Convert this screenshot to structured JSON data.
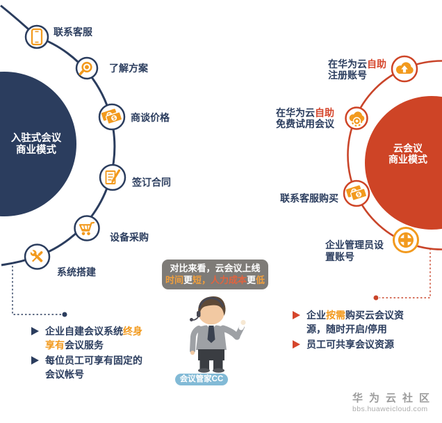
{
  "left_model": {
    "title_line1": "入驻式会议",
    "title_line2": "商业模式",
    "steps": [
      {
        "label": "联系客服",
        "icon": "phone-icon"
      },
      {
        "label": "了解方案",
        "icon": "magnifier-icon"
      },
      {
        "label": "商谈价格",
        "icon": "banknotes-icon"
      },
      {
        "label": "签订合同",
        "icon": "contract-pencil-icon"
      },
      {
        "label": "设备采购",
        "icon": "shopping-cart-icon"
      },
      {
        "label": "系统搭建",
        "icon": "tools-icon"
      }
    ],
    "notes": [
      {
        "pre": "企业自建会议系统",
        "highlight": "终身享有",
        "post": "会议服务"
      },
      {
        "pre": "每位员工可享有固定的会议帐号",
        "highlight": "",
        "post": ""
      }
    ]
  },
  "right_model": {
    "title_line1": "云会议",
    "title_line2": "商业模式",
    "steps": [
      {
        "pre": "在华为云",
        "highlight": "自助",
        "line2": "注册账号",
        "icon": "cloud-upload-icon"
      },
      {
        "pre": "在华为云",
        "highlight": "自助",
        "line2": "免费试用会议",
        "icon": "cloud-gear-icon"
      },
      {
        "pre": "联系客服购买",
        "highlight": "",
        "line2": "",
        "icon": "banknotes-icon"
      },
      {
        "pre": "企业管理员设置账号",
        "highlight": "",
        "line2": "",
        "icon": "plus-icon"
      }
    ],
    "notes": [
      {
        "pre": "企业",
        "highlight": "按需",
        "post": "购买云会议资源，随时开启/停用"
      },
      {
        "pre": "员工可共享会议资源",
        "highlight": "",
        "post": ""
      }
    ]
  },
  "bubble": {
    "line1": "对比来看，云会议上线",
    "line2": {
      "t1": "时间",
      "w1": "更",
      "t2": "短，",
      "r1": "人力成本",
      "w2": "更",
      "t3": "低"
    }
  },
  "mascot": {
    "badge": "会议管家CC"
  },
  "icons": {
    "currency_symbol": "$"
  },
  "footer": {
    "brand": "华为云社区",
    "url": "bbs.huaweicloud.com"
  },
  "colors": {
    "navy": "#2B3D5E",
    "orange": "#F29A1E",
    "red": "#CE4426",
    "red_text": "#D5452B",
    "bubble_gray": "#7E7B77",
    "pill_blue": "#82BAD6",
    "footer_gray": "#9C9C9C"
  }
}
